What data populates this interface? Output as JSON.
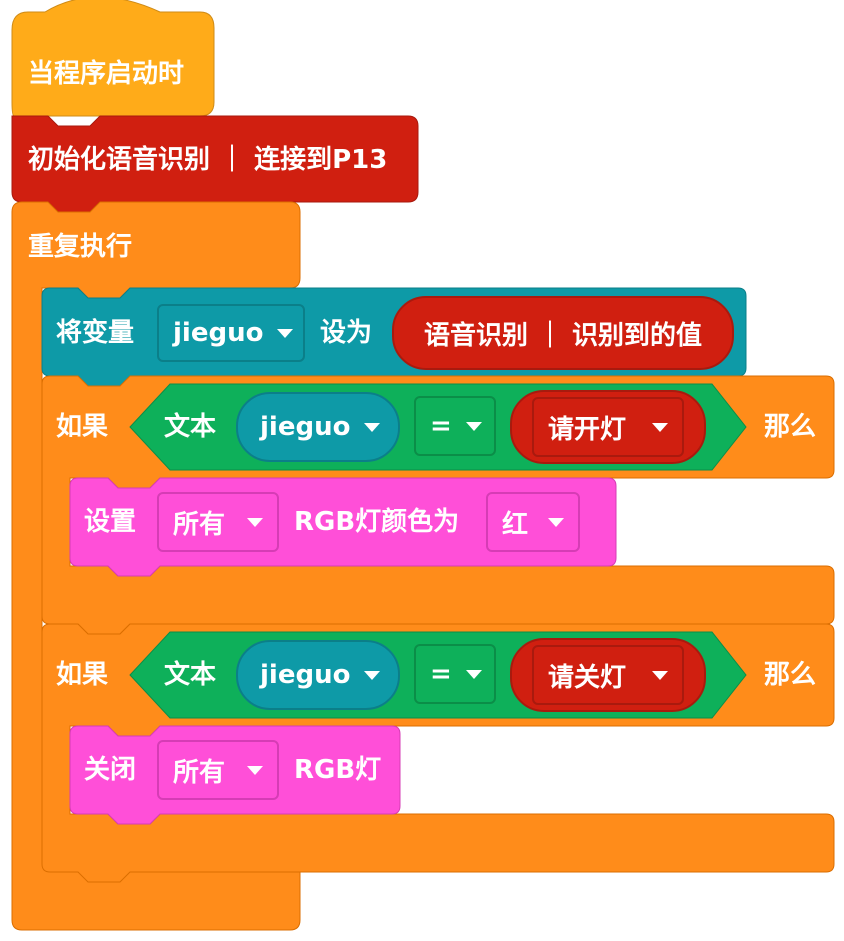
{
  "colors": {
    "event": "#FFAB19",
    "speech": "#D01F10",
    "control": "#FF8C1A",
    "variable": "#0E9AA7",
    "operator": "#0EB05A",
    "rgb": "#FF4FD8"
  },
  "program": {
    "hat_label": "当程序启动时",
    "init_block_label": "初始化语音识别 ｜ 连接到P13",
    "forever_label": "重复执行",
    "set_var": {
      "label": "将变量",
      "variable": "jieguo",
      "to_label": "设为",
      "reporter": "语音识别 ｜ 识别到的值"
    },
    "if1": {
      "if_label": "如果",
      "text_label": "文本",
      "variable": "jieguo",
      "operator": "=",
      "value": "请开灯",
      "then_label": "那么",
      "action": {
        "label": "设置",
        "target": "所有",
        "mid_label": "RGB灯颜色为",
        "color_value": "红"
      }
    },
    "if2": {
      "if_label": "如果",
      "text_label": "文本",
      "variable": "jieguo",
      "operator": "=",
      "value": "请关灯",
      "then_label": "那么",
      "action": {
        "label": "关闭",
        "target": "所有",
        "tail_label": "RGB灯"
      }
    }
  }
}
